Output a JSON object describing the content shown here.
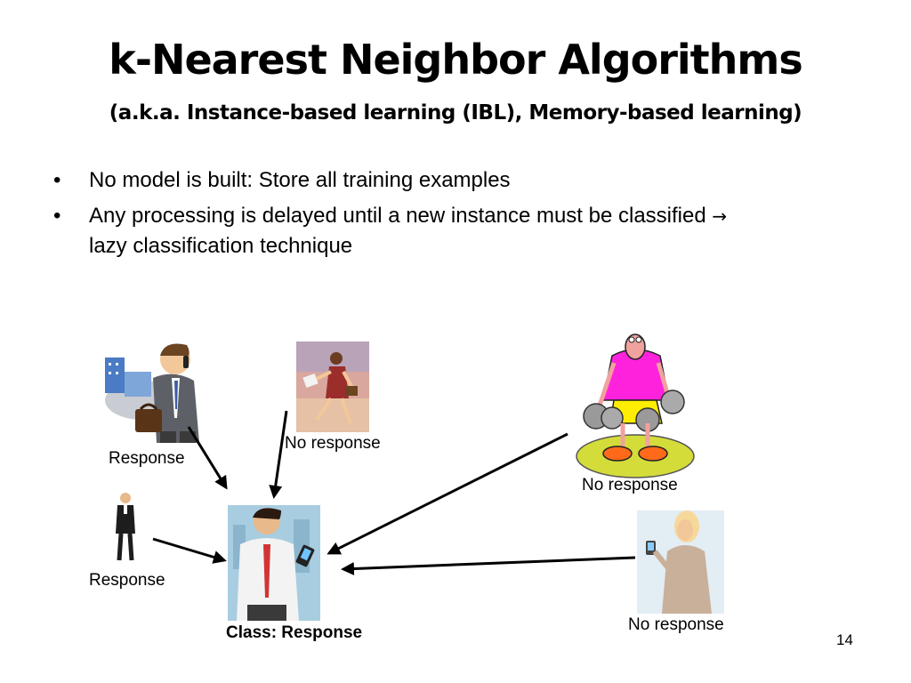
{
  "slide": {
    "title": "k-Nearest Neighbor Algorithms",
    "subtitle": "(a.k.a. Instance-based learning (IBL), Memory-based learning)",
    "bullets": [
      {
        "text": "No model is built: Store all training examples"
      },
      {
        "text": "Any processing is delayed until a new instance must be classified",
        "arrow": "→",
        "continuation": "lazy classification technique"
      }
    ],
    "page_number": "14"
  },
  "diagram": {
    "labels": {
      "businessman_left": "Response",
      "woman_running": "No response",
      "weightlifter": "No response",
      "small_man": "Response",
      "woman_phone": "No response",
      "center": "Class: Response"
    }
  },
  "colors": {
    "sky_blue": "#a8cde0",
    "pink_shirt": "#ff22dd",
    "yellow_shorts": "#ffee00",
    "mat_green": "#d4dc3a",
    "weight_gray": "#9a9a9a"
  }
}
